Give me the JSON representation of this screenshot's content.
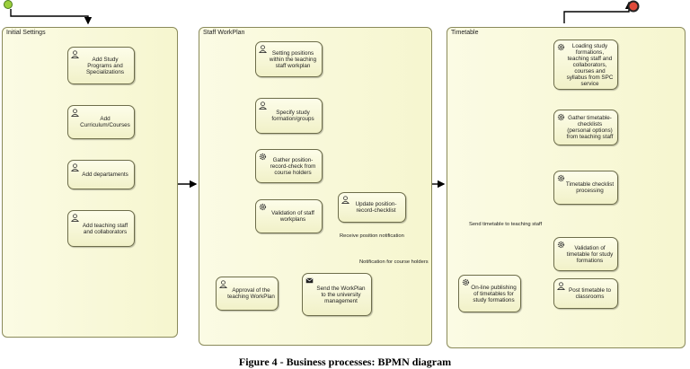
{
  "colors": {
    "start": "#9ccf3c",
    "end": "#e04a3a",
    "gateway": "#f2c22e",
    "message_evt": "#3b8fd6"
  },
  "pools": {
    "initial": {
      "title": "Initial Settings"
    },
    "staff": {
      "title": "Staff WorkPlan"
    },
    "timetable": {
      "title": "Timetable"
    }
  },
  "initial_tasks": [
    {
      "label": "Add Study Programs and Specializations",
      "icon": "user-icon"
    },
    {
      "label": "Add Curriculum/Courses",
      "icon": "user-icon"
    },
    {
      "label": "Add departaments",
      "icon": "user-icon"
    },
    {
      "label": "Add teaching staff and collaborators",
      "icon": "user-icon"
    }
  ],
  "staff_tasks": [
    {
      "label": "Setting positions within the teaching staff workplan",
      "icon": "user-icon"
    },
    {
      "label": "Specify study formation/groups",
      "icon": "user-icon"
    },
    {
      "label": "Gather position-record-check from course holders",
      "icon": "gear-icon"
    },
    {
      "label": "Validation of staff workplans",
      "icon": "gear-icon"
    },
    {
      "label": "Update position-record-checklist",
      "icon": "user-icon"
    },
    {
      "label": "Approval of the teaching WorkPlan",
      "icon": "user-icon"
    },
    {
      "label": "Send the WorkPlan to the university management",
      "icon": "envelope-icon"
    }
  ],
  "staff_events": {
    "receive": "Receive position notification",
    "notify": "Notification for course holders"
  },
  "timetable_tasks": [
    {
      "label": "Loading study formations, teaching staff and collaborators, courses and syllabus from SPC service",
      "icon": "gear-icon"
    },
    {
      "label": "Gather timetable-checklists (personal options) from teaching staff",
      "icon": "gear-icon"
    },
    {
      "label": "Timetable checklist processing",
      "icon": "gear-icon"
    },
    {
      "label": "Validation of timetable for study formations",
      "icon": "gear-icon"
    },
    {
      "label": "On-line publishing of timetables for study formations",
      "icon": "gear-icon"
    },
    {
      "label": "Post timetable to classrooms",
      "icon": "user-icon"
    }
  ],
  "timetable_events": {
    "send": "Send timetable to teaching staff"
  },
  "caption": "Figure 4 - Business processes: BPMN diagram"
}
